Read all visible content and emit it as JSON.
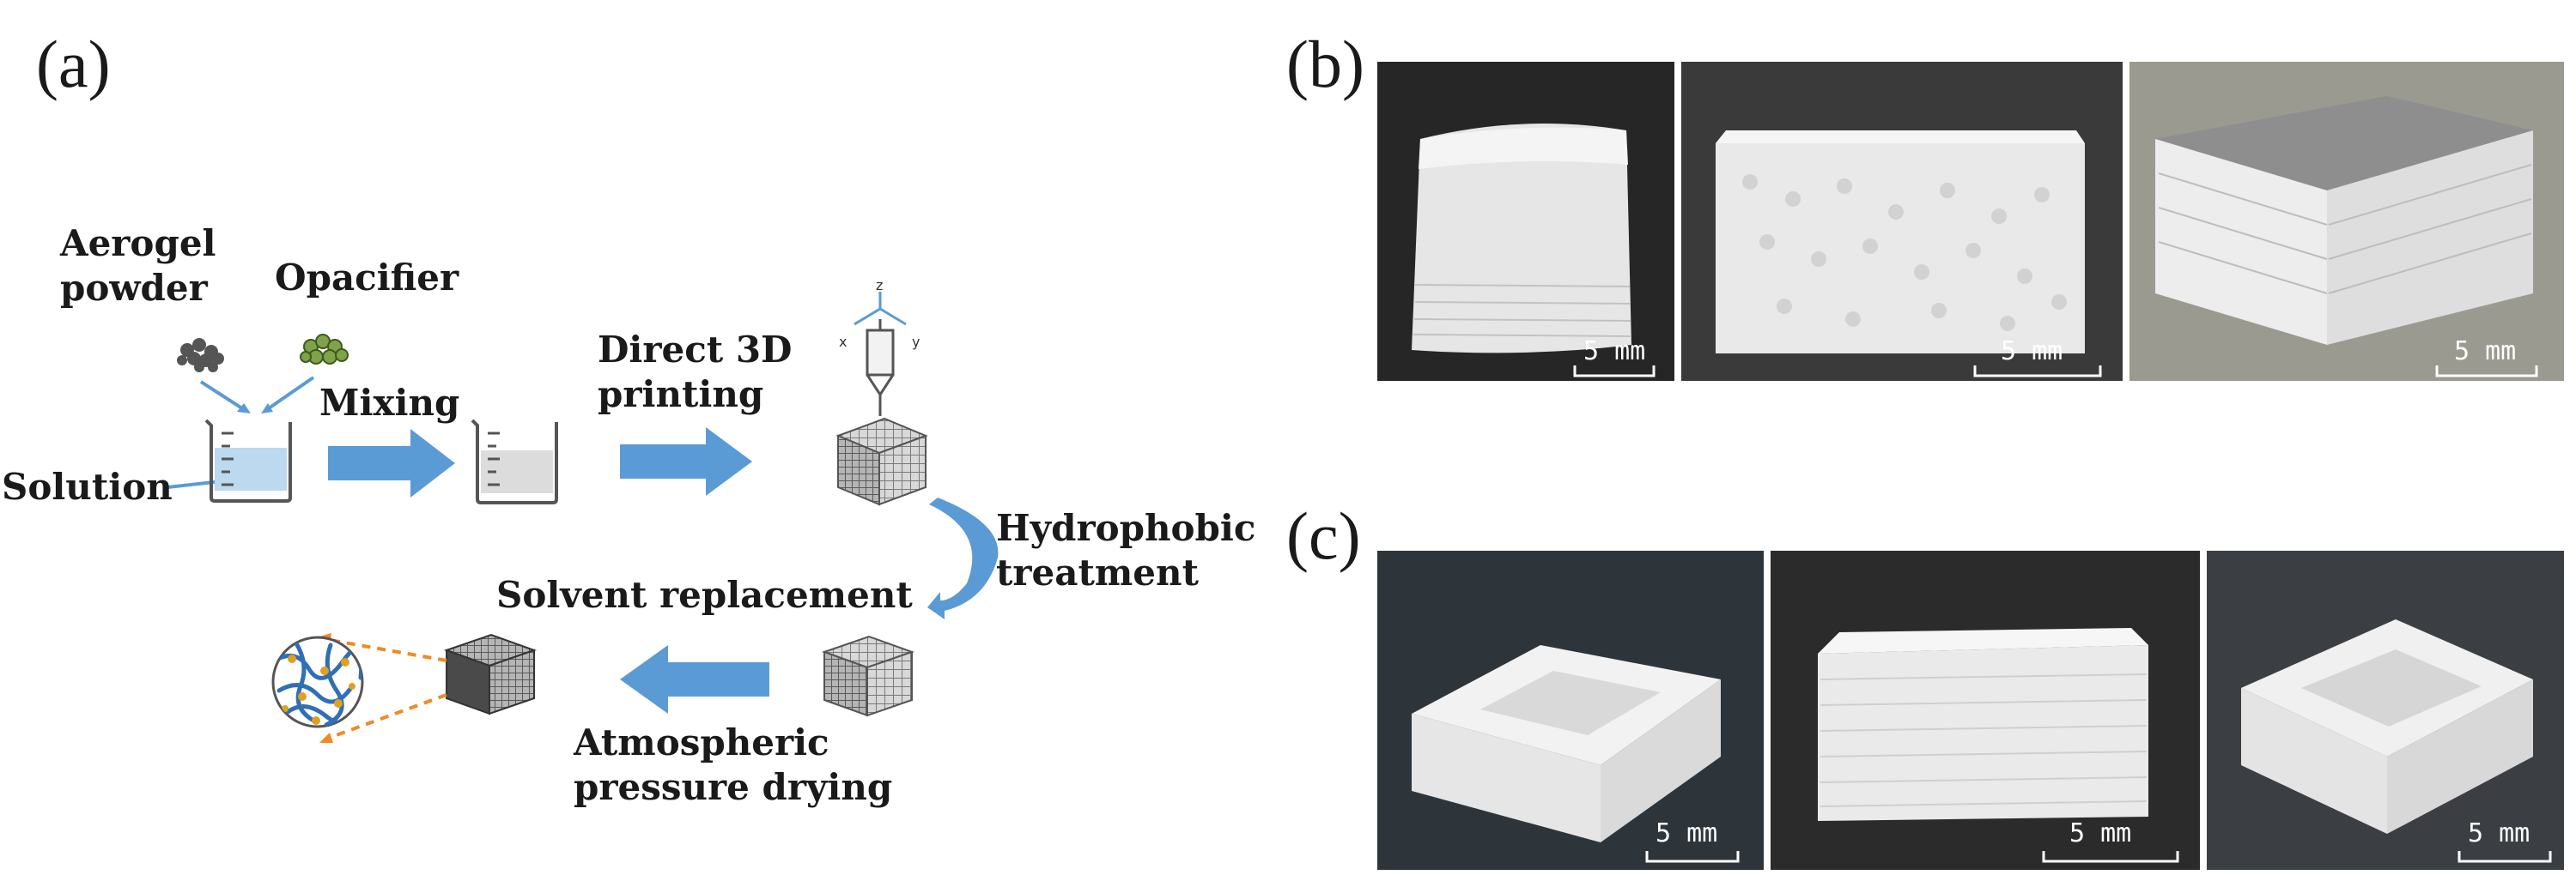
{
  "panels": {
    "a": "(a)",
    "b": "(b)",
    "c": "(c)"
  },
  "labels": {
    "aerogel_powder": [
      "Aerogel",
      "powder"
    ],
    "opacifier": "Opacifier",
    "mixing": "Mixing",
    "solution": "Solution",
    "direct_printing": [
      "Direct 3D",
      "printing"
    ],
    "hydrophobic": [
      "Hydrophobic",
      "treatment"
    ],
    "solvent": "Solvent replacement",
    "drying": [
      "Atmospheric",
      "pressure drying"
    ]
  },
  "axes": {
    "x": "x",
    "y": "y",
    "z": "z"
  },
  "photos_b": [
    {
      "scale": "5 mm"
    },
    {
      "scale": "5 mm"
    },
    {
      "scale": "5 mm"
    }
  ],
  "photos_c": [
    {
      "scale": "5 mm"
    },
    {
      "scale": "5 mm"
    },
    {
      "scale": "5 mm"
    }
  ],
  "colors": {
    "arrow": "#5b9bd5",
    "liquid": "#bcd9f0",
    "fiber": "#2f6fb5",
    "particle": "#e0a020",
    "dash": "#f08a24"
  }
}
